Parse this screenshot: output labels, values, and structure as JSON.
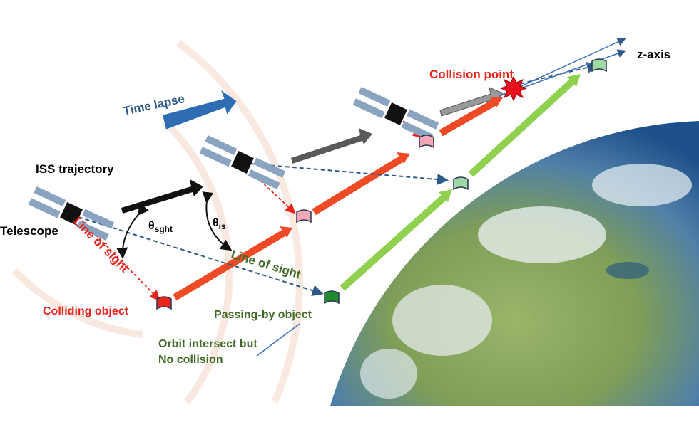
{
  "labels": {
    "time_lapse": "Time lapse",
    "iss_trajectory": "ISS trajectory",
    "telescope": "Telescope",
    "line_of_sight_red": "Line of sight",
    "line_of_sight_green": "Line of sight",
    "theta_sight": "θ",
    "theta_sight_sub": "sght",
    "theta_is": "θ",
    "theta_is_sub": "is",
    "colliding_object": "Colliding object",
    "passing_by_object": "Passing-by object",
    "orbit_intersect_1": "Orbit intersect but",
    "orbit_intersect_2": "No collision",
    "collision_point": "Collision point",
    "z_axis": "z-axis"
  },
  "colors": {
    "red": "#e8241c",
    "orange_arrow": "#ee4a26",
    "green_arrow": "#8fd14f",
    "dark_green_text": "#3f6b26",
    "blue_dashed": "#2e5a8a",
    "time_lapse_blue": "#2e6db4"
  }
}
